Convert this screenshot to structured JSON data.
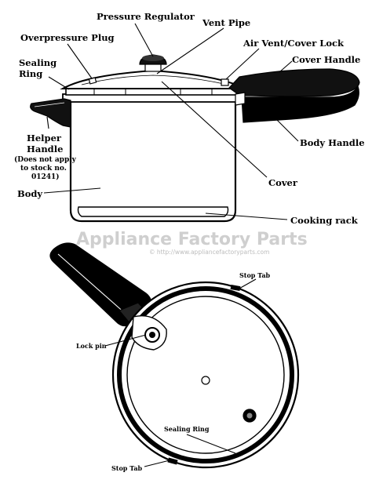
{
  "side_view": {
    "labels": {
      "pressure_regulator": "Pressure Regulator",
      "vent_pipe": "Vent Pipe",
      "overpressure_plug": "Overpressure Plug",
      "air_vent_cover_lock": "Air Vent/Cover Lock",
      "sealing_ring_1": "Sealing",
      "sealing_ring_2": "Ring",
      "cover_handle": "Cover Handle",
      "helper_handle_1": "Helper",
      "helper_handle_2": "Handle",
      "helper_note_1": "(Does not apply",
      "helper_note_2": "to stock no.",
      "helper_note_3": "01241)",
      "body_handle": "Body Handle",
      "cover": "Cover",
      "body": "Body",
      "cooking_rack": "Cooking rack"
    }
  },
  "watermark": {
    "title": "Appliance Factory Parts",
    "url": "© http://www.appliancefactoryparts.com"
  },
  "top_view": {
    "labels": {
      "stop_tab_top": "Stop Tab",
      "lock_pin": "Lock pin",
      "sealing_ring": "Sealing Ring",
      "stop_tab_bottom": "Stop Tab"
    }
  }
}
